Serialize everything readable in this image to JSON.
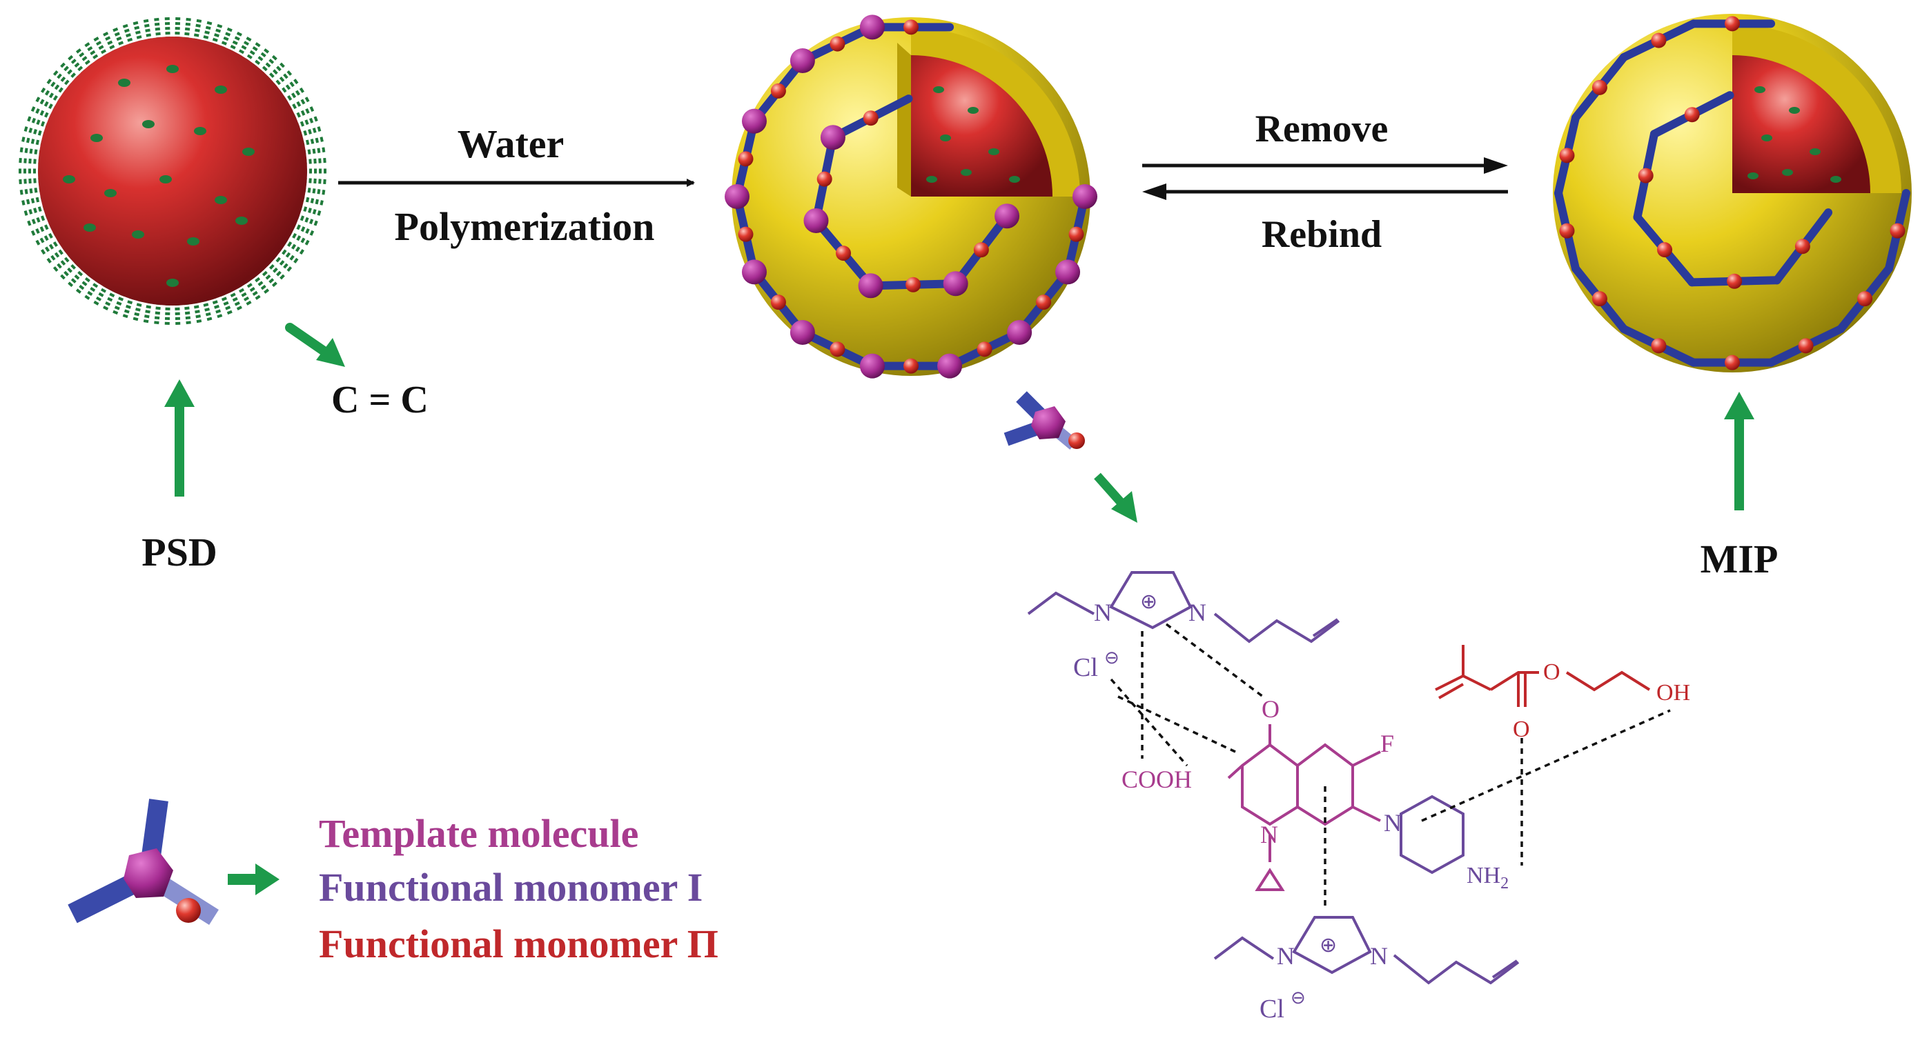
{
  "labels": {
    "psd": "PSD",
    "cc": "C = C",
    "water": "Water",
    "polymerization": "Polymerization",
    "remove": "Remove",
    "rebind": "Rebind",
    "mip": "MIP"
  },
  "legend": {
    "template": "Template molecule",
    "monomer1": "Functional monomer I",
    "monomer2": "Functional monomer Π"
  },
  "chem": {
    "cl_top": "Cl",
    "cl_bottom": "Cl",
    "cooh": "COOH",
    "o_keto": "O",
    "f": "F",
    "n_ring": "N",
    "n_pip": "N",
    "nh2": "NH",
    "nh2_sub": "2",
    "oh": "OH",
    "o_ester": "O",
    "o_carbonyl": "O",
    "n_im1a": "N",
    "n_im1b": "N",
    "n_im2a": "N",
    "n_im2b": "N",
    "plus": "⊕",
    "minus": "⊖"
  },
  "colors": {
    "core_red": "#c8242b",
    "shell_yellow": "#e6cf1a",
    "template_magenta": "#a83c8e",
    "monomer1_purple": "#6a4a9c",
    "monomer2_red": "#c0282b",
    "framework_blue": "#2a3a9a",
    "arrow_green": "#1d9a4a",
    "black": "#111111"
  }
}
